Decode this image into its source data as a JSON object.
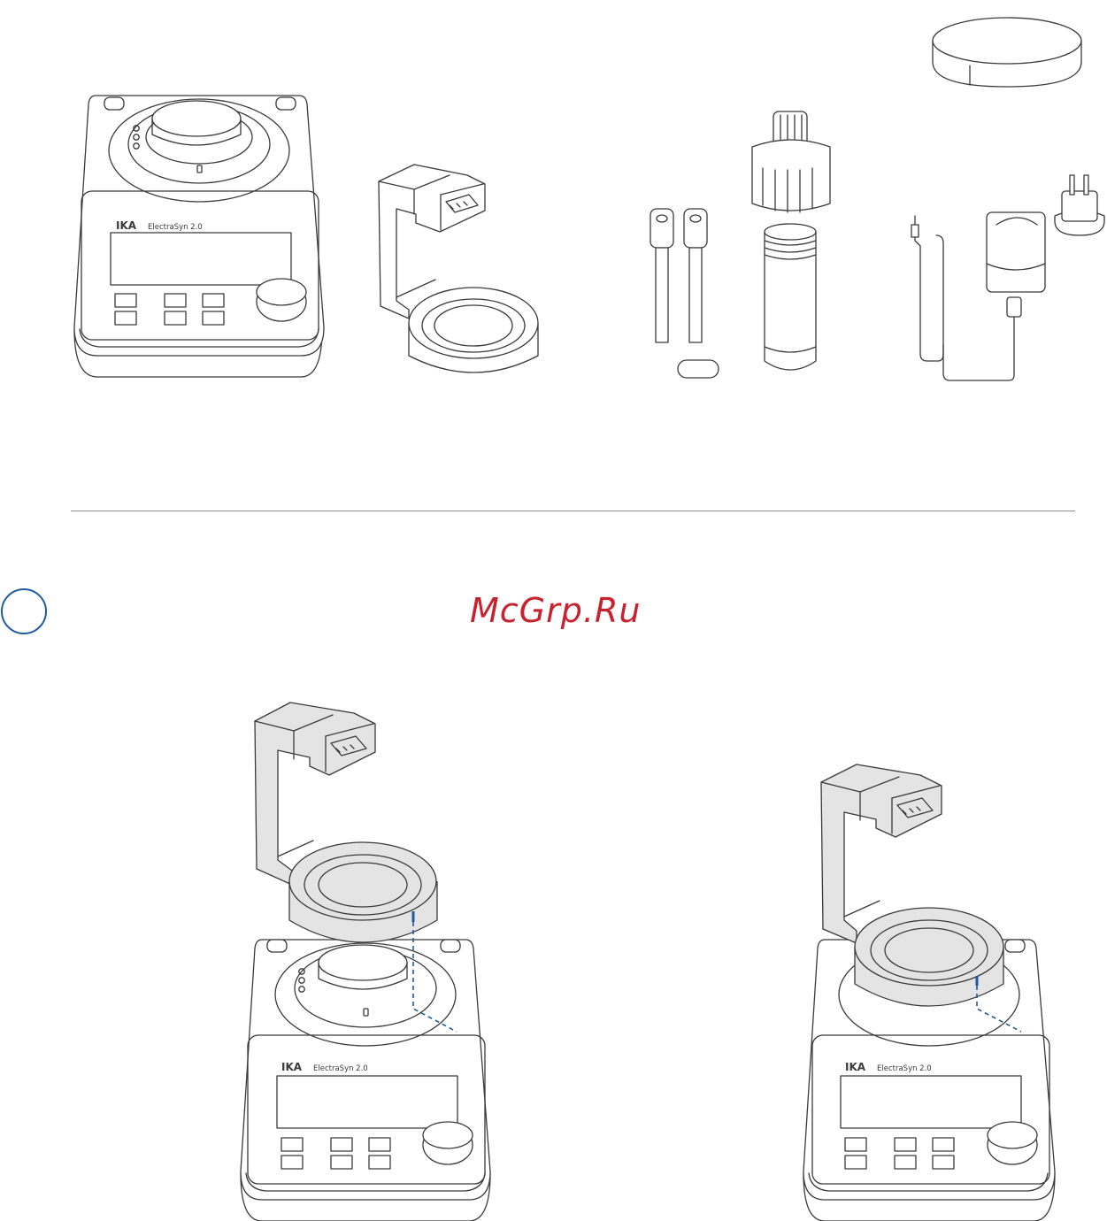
{
  "device": {
    "brand": "IKA",
    "model": "ElectraSyn 2.0"
  },
  "watermark": {
    "text": "McGrp.Ru",
    "color": "#c8222e"
  },
  "colors": {
    "accent": "#1f5aa0",
    "line": "#3a3a3a",
    "highlight": "#e4e4e4"
  }
}
